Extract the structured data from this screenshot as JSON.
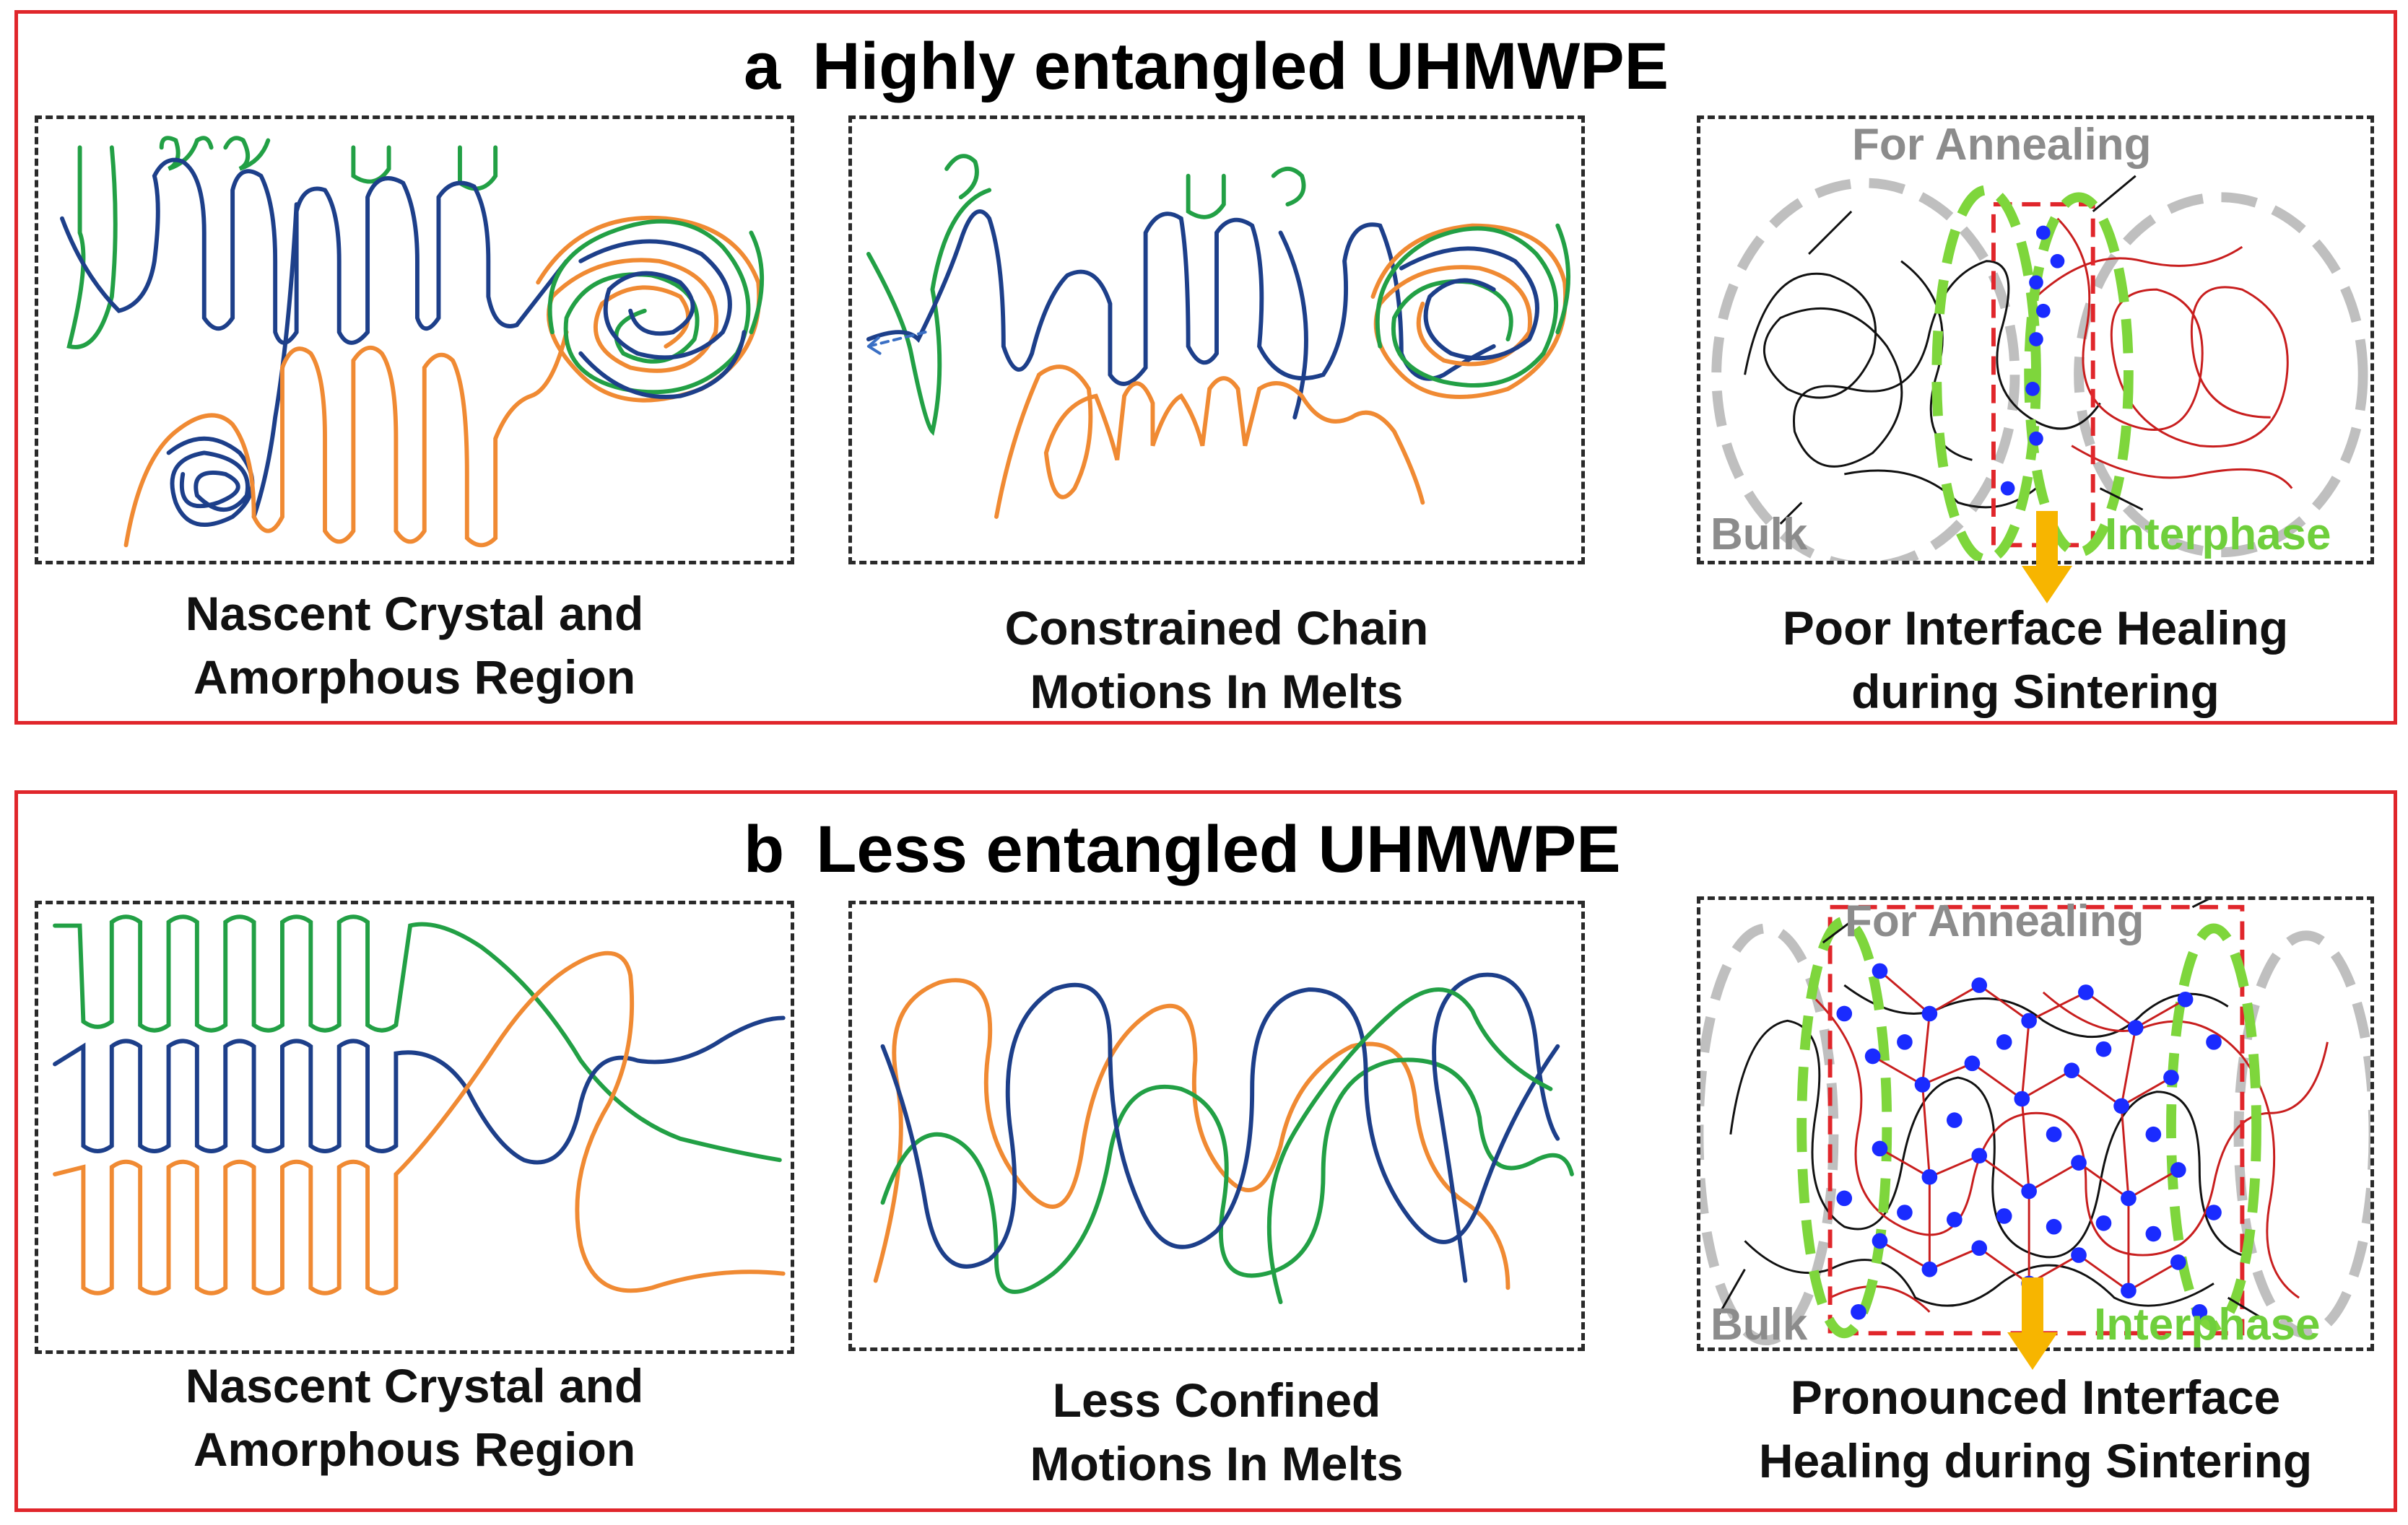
{
  "colors": {
    "frame": "#e0262b",
    "green": "#22a045",
    "blue": "#1d3f8a",
    "orange": "#f08a33",
    "black": "#111111",
    "red": "#c81e1e",
    "grey": "#bfbfbf",
    "lime": "#7ed63c",
    "dot": "#1a2bff",
    "yellow": "#f7b500"
  },
  "panel_a": {
    "letter": "a",
    "title": "Highly entangled UHMWPE",
    "captions": {
      "left": [
        "Nascent Crystal and",
        "Amorphous Region"
      ],
      "middle": [
        "Constrained  Chain",
        "Motions In Melts"
      ],
      "right": [
        "Poor Interface Healing",
        "during Sintering"
      ]
    },
    "labels": {
      "annealing": "For Annealing",
      "bulk": "Bulk",
      "interphase": "Interphase"
    }
  },
  "panel_b": {
    "letter": "b",
    "title": "Less entangled UHMWPE",
    "captions": {
      "left": [
        "Nascent Crystal and",
        "Amorphous Region"
      ],
      "middle": [
        "Less Confined",
        "Motions In Melts"
      ],
      "right": [
        "Pronounced Interface",
        "Healing during Sintering"
      ]
    },
    "labels": {
      "annealing": "For Annealing",
      "bulk": "Bulk",
      "interphase": "Interphase"
    }
  }
}
